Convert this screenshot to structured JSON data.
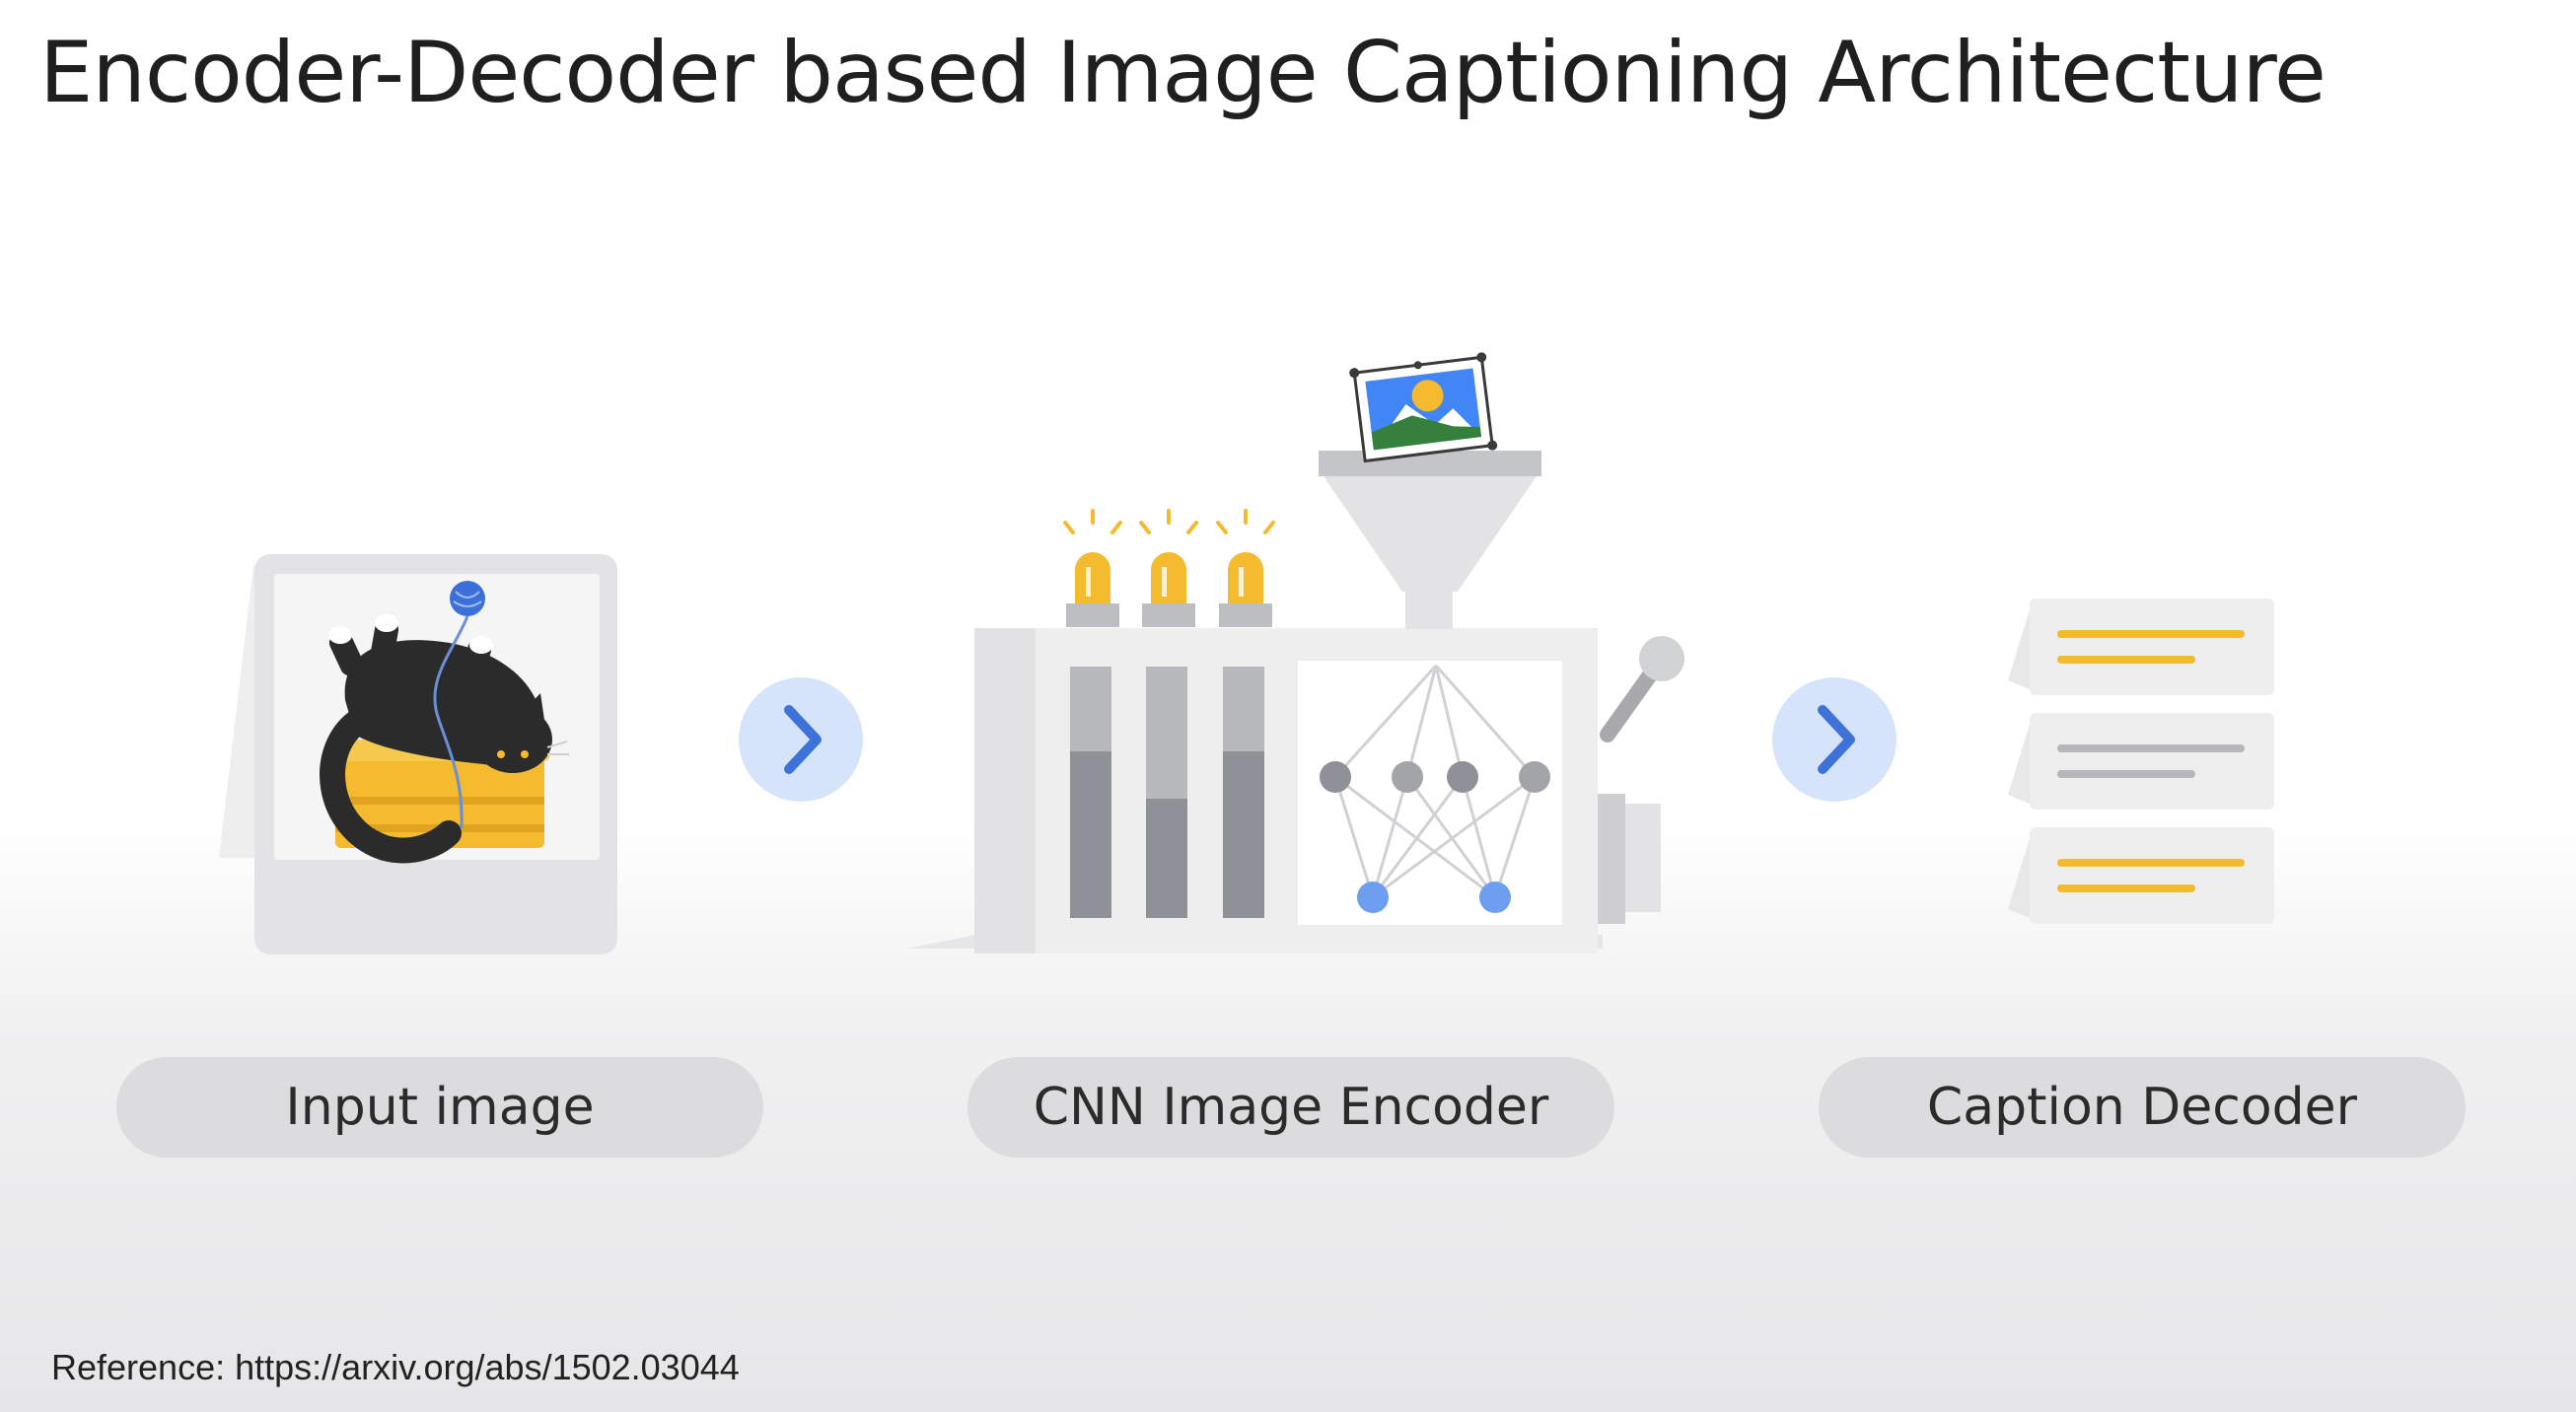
{
  "title": "Encoder-Decoder based Image Captioning Architecture",
  "stages": [
    {
      "label": "Input image"
    },
    {
      "label": "CNN Image Encoder"
    },
    {
      "label": "Caption Decoder"
    }
  ],
  "reference": "Reference: https://arxiv.org/abs/1502.03044",
  "colors": {
    "arrow_circle": "#d6e4fb",
    "arrow_chevron": "#3d73d9",
    "yellow": "#f3bb2d",
    "dark": "#2b2b2b",
    "machine_light": "#eeeeef",
    "machine_gray": "#8e9198",
    "blue_node": "#6e9ef0",
    "pill": "#dcdcde"
  },
  "icons": [
    "cat-photo-icon",
    "chevron-right-icon",
    "encoder-machine-icon",
    "caption-cards-icon"
  ]
}
